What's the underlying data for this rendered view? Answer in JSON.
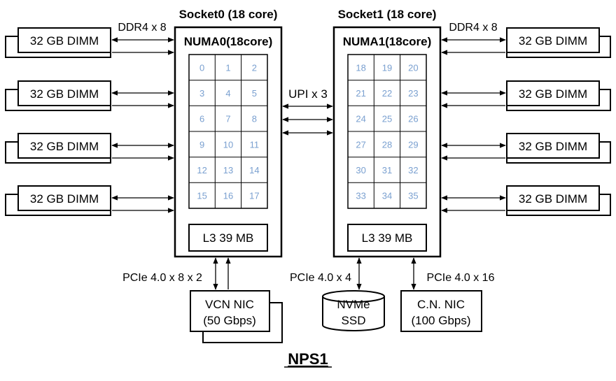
{
  "sockets": [
    {
      "title": "Socket0 (18 core)",
      "numa": "NUMA0(18core)",
      "cores": [
        "0",
        "1",
        "2",
        "3",
        "4",
        "5",
        "6",
        "7",
        "8",
        "9",
        "10",
        "11",
        "12",
        "13",
        "14",
        "15",
        "16",
        "17"
      ],
      "l3": "L3 39 MB"
    },
    {
      "title": "Socket1 (18 core)",
      "numa": "NUMA1(18core)",
      "cores": [
        "18",
        "19",
        "20",
        "21",
        "22",
        "23",
        "24",
        "25",
        "26",
        "27",
        "28",
        "29",
        "30",
        "31",
        "32",
        "33",
        "34",
        "35"
      ],
      "l3": "L3 39 MB"
    }
  ],
  "dimm_label": "32 GB DIMM",
  "ddr_label": "DDR4 x 8",
  "upi_label": "UPI x 3",
  "pcie_left": "PCIe 4.0 x 8 x 2",
  "pcie_mid": "PCIe 4.0 x 4",
  "pcie_right": "PCIe 4.0 x 16",
  "vcn_nic": {
    "line1": "VCN NIC",
    "line2": "(50 Gbps)"
  },
  "nvme": {
    "line1": "NVMe",
    "line2": "SSD"
  },
  "cn_nic": {
    "line1": "C.N. NIC",
    "line2": "(100 Gbps)"
  },
  "footer": "NPS1"
}
